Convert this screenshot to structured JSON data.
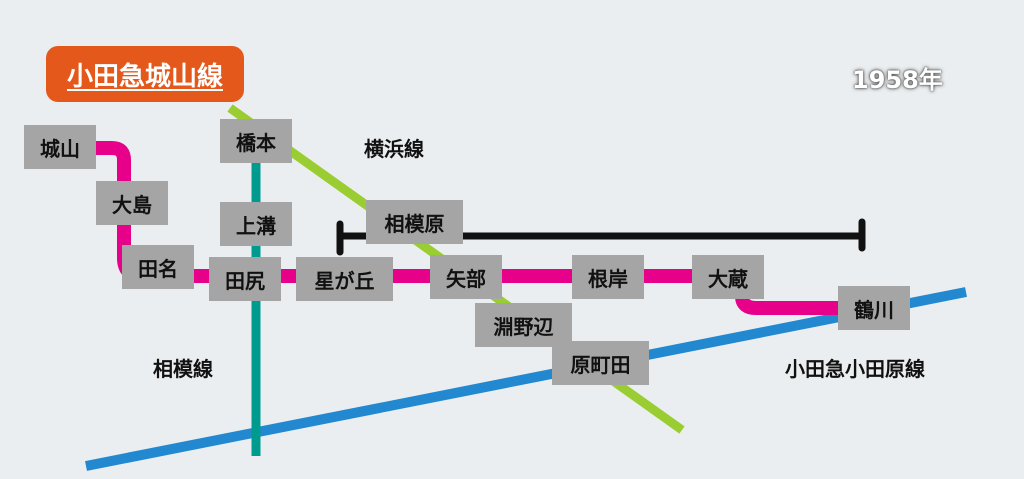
{
  "title": "小田急城山線",
  "year": "1958年",
  "colors": {
    "background": "#ebeef0",
    "title_badge": "#e4581b",
    "shiroyama_line": "#e6008a",
    "yokohama_line": "#9acd32",
    "sagami_line": "#009b8f",
    "odawara_line": "#2288d0",
    "section_marker": "#111111",
    "station_box": "#a5a5a5"
  },
  "lines": {
    "yokohama": "横浜線",
    "sagami": "相模線",
    "odawara": "小田急小田原線"
  },
  "stations": {
    "shiroyama": "城山",
    "oshima": "大島",
    "tana": "田名",
    "tajiri": "田尻",
    "hoshigaoka": "星が丘",
    "yabe": "矢部",
    "negishi": "根岸",
    "okura": "大蔵",
    "tsurukawa": "鶴川",
    "hashimoto": "橋本",
    "kamimizo": "上溝",
    "sagamihara": "相模原",
    "fuchinobe": "淵野辺",
    "machida": "原町田"
  }
}
